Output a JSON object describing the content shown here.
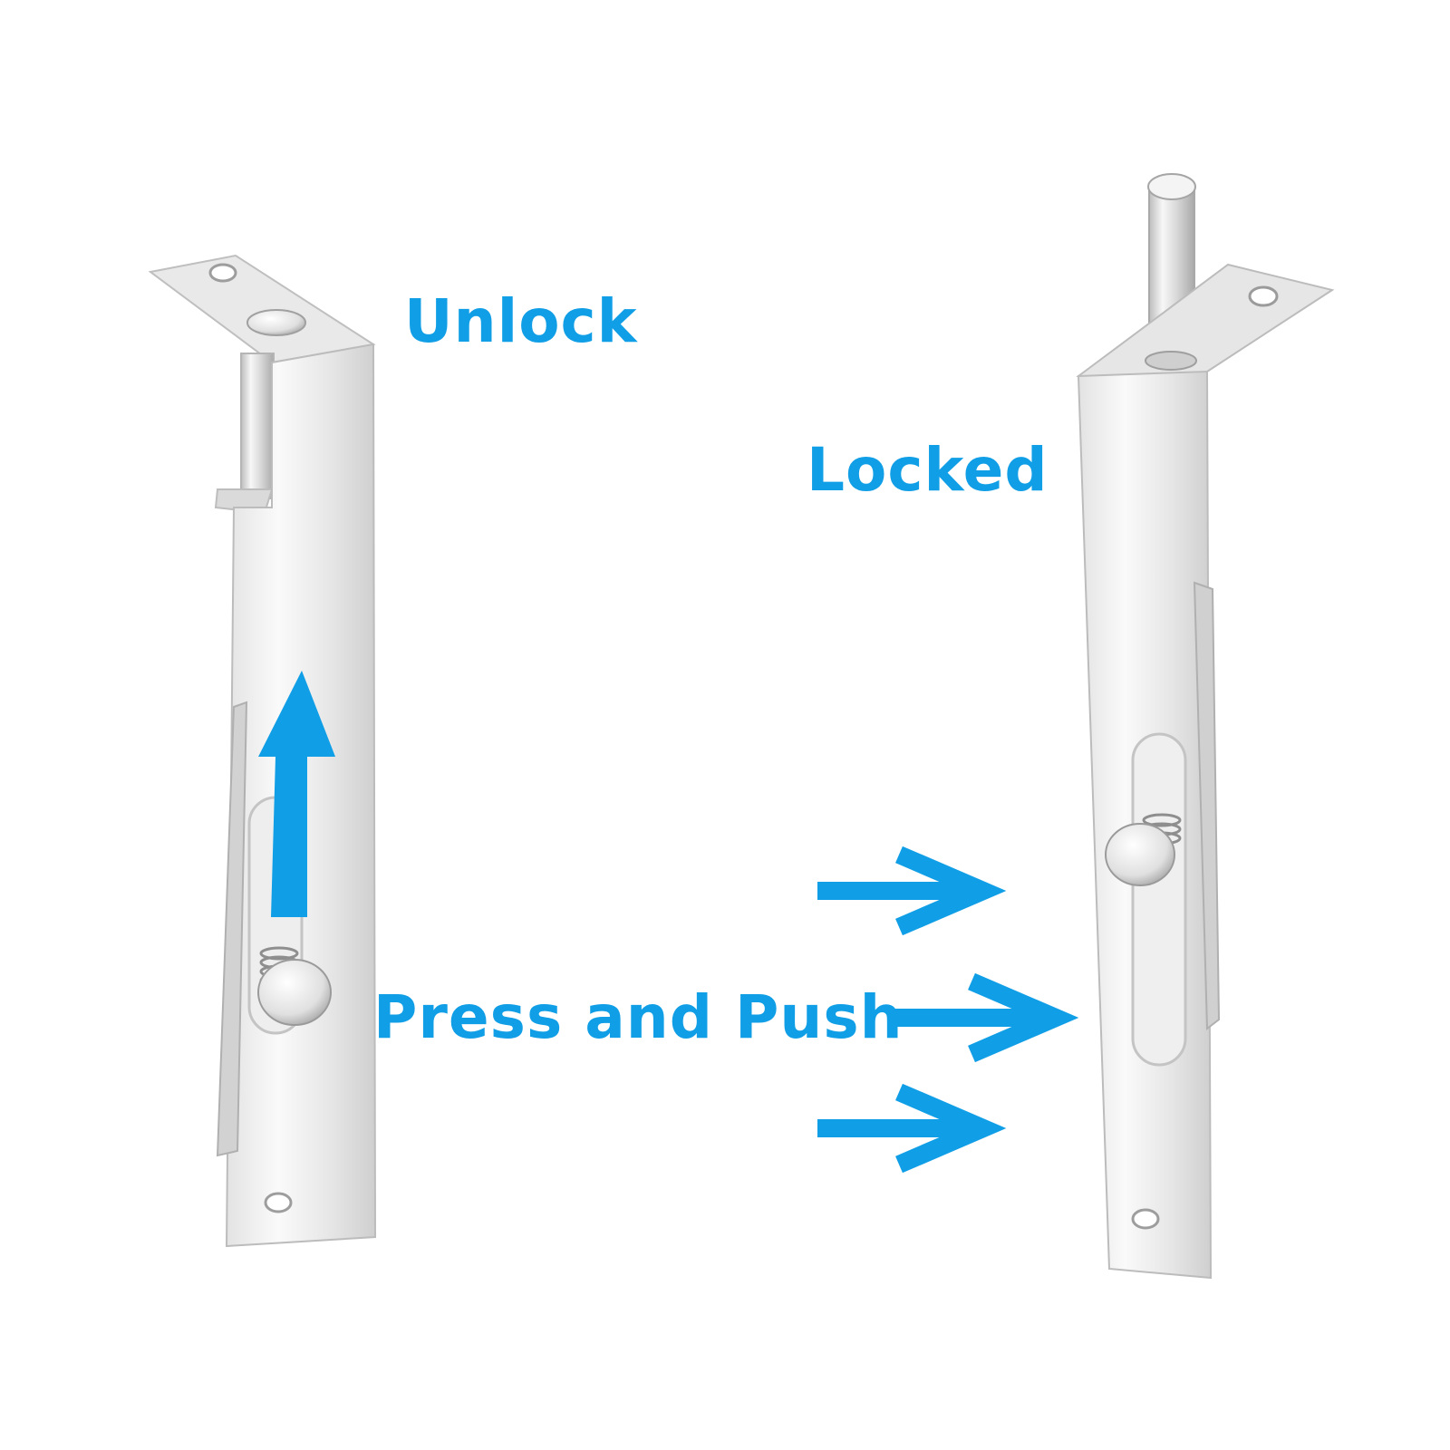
{
  "labels": {
    "unlock": "Unlock",
    "locked": "Locked",
    "press_and_push": "Press and Push"
  },
  "colors": {
    "accent_blue": "#109ee6",
    "steel_light": "#f2f2f2",
    "steel_mid": "#dcdcdc",
    "steel_dark": "#b9b9b9",
    "background": "#ffffff"
  },
  "icons": [
    "up-arrow-icon",
    "right-arrow-icon"
  ]
}
